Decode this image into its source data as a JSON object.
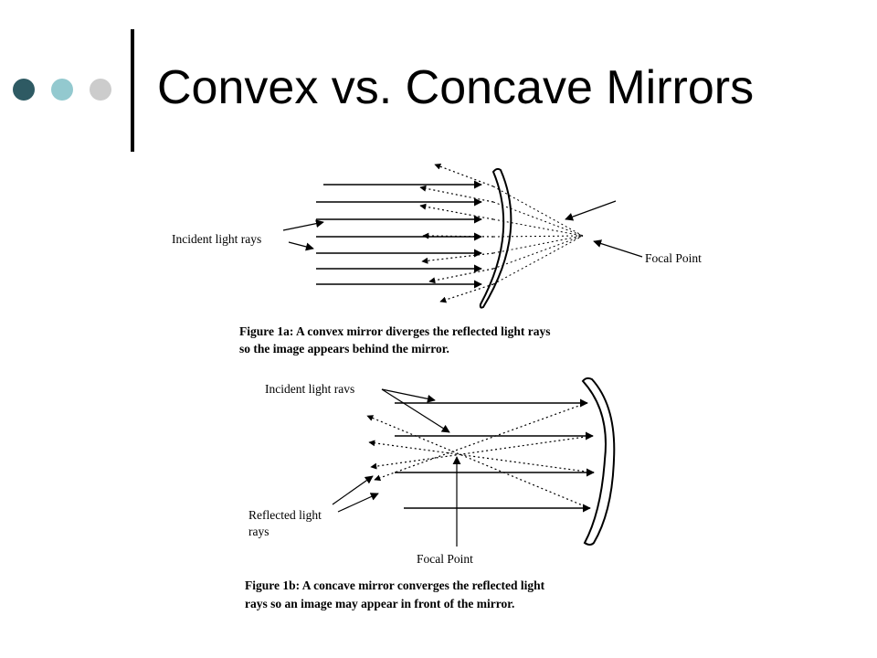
{
  "slide": {
    "title": "Convex vs. Concave Mirrors",
    "bullet_colors": [
      "#2e5a63",
      "#93c9cf",
      "#cccccc"
    ]
  },
  "figure_a": {
    "incident_label": "Incident light rays",
    "focal_label": "Focal Point",
    "caption_line1": "Figure 1a: A convex mirror diverges the reflected light rays",
    "caption_line2": "so the image appears behind the mirror."
  },
  "figure_b": {
    "incident_label": "Incident light ravs",
    "reflected_label_line1": "Reflected light",
    "reflected_label_line2": "rays",
    "focal_label": "Focal Point",
    "caption_line1": "Figure 1b:  A concave mirror converges the reflected light",
    "caption_line2": "rays  so an image may appear in front of the mirror."
  }
}
